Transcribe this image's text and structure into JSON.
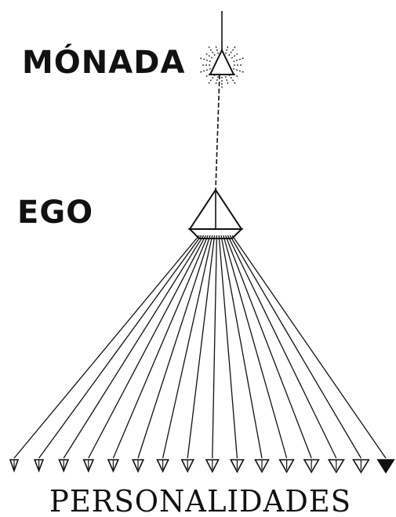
{
  "labels": {
    "monad": "MÓNADA",
    "ego": "EGO",
    "personalities": "PERSONALIDADES"
  },
  "personality_count": 16,
  "colors": {
    "ink": "#111111",
    "paper": "#ffffff"
  }
}
